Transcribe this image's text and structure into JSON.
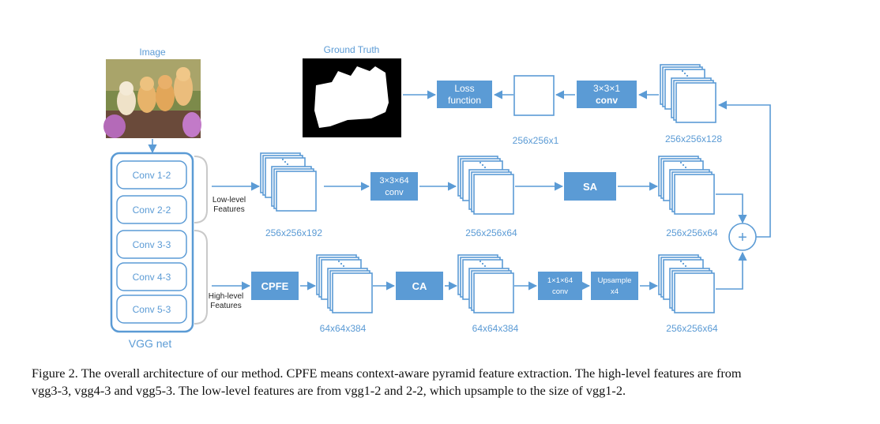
{
  "labels": {
    "image": "Image",
    "ground_truth": "Ground Truth",
    "vgg_net": "VGG net",
    "low_level_line1": "Low-level",
    "low_level_line2": "Features",
    "high_level_line1": "High-level",
    "high_level_line2": "Features"
  },
  "vgg_layers": [
    "Conv 1-2",
    "Conv 2-2",
    "Conv 3-3",
    "Conv 4-3",
    "Conv 5-3"
  ],
  "blocks": {
    "loss_line1": "Loss",
    "loss_line2": "function",
    "conv_top_line1": "3×3×1",
    "conv_top_line2": "conv",
    "conv_mid_line1": "3×3×64",
    "conv_mid_line2": "conv",
    "sa": "SA",
    "cpfe": "CPFE",
    "ca": "CA",
    "conv_low_line1": "1×1×64",
    "conv_low_line2": "conv",
    "upsample_line1": "Upsample",
    "upsample_line2": "x4",
    "plus": "+"
  },
  "dims": {
    "top_out": "256x256x128",
    "top_map": "256x256x1",
    "mid_in": "256x256x192",
    "mid_conv": "256x256x64",
    "mid_sa": "256x256x64",
    "low_cpfe": "64x64x384",
    "low_ca": "64x64x384",
    "low_up": "256x256x64"
  },
  "caption": {
    "line1": "Figure 2. The overall architecture of our method. CPFE means context-aware pyramid feature extraction. The high-level features are from",
    "line2": "vgg3-3, vgg4-3 and vgg5-3. The low-level features are from vgg1-2 and 2-2, which upsample to the size of vgg1-2."
  },
  "colors": {
    "accent": "#5b9bd5",
    "block_fill": "#5b9bd5",
    "block_text": "#ffffff",
    "page": "#ffffff"
  }
}
